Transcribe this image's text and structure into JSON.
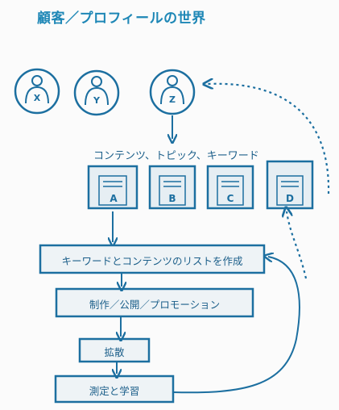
{
  "title": "顧客／プロフィールの世界",
  "personas": [
    {
      "letter": "X"
    },
    {
      "letter": "Y"
    },
    {
      "letter": "Z"
    }
  ],
  "content_caption": "コンテンツ、トピック、キーワード",
  "content_items": [
    {
      "letter": "A"
    },
    {
      "letter": "B"
    },
    {
      "letter": "C"
    },
    {
      "letter": "D"
    }
  ],
  "steps": [
    {
      "label": "キーワードとコンテンツのリストを作成"
    },
    {
      "label": "制作／公開／プロモーション"
    },
    {
      "label": "拡散"
    },
    {
      "label": "測定と学習"
    }
  ],
  "colors": {
    "ink": "#1c6fa0",
    "title": "#1e87b6",
    "fill": "#e6eef3"
  }
}
